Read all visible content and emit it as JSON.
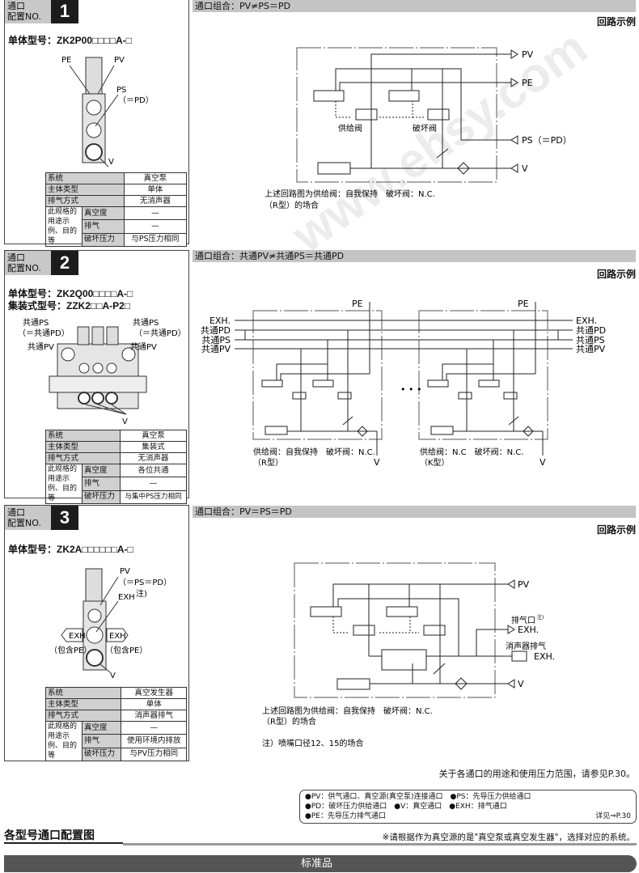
{
  "watermark": "www.ehsy.com",
  "common": {
    "cfg_label": "通口\n配置NO.",
    "circuit_example": "回路示例",
    "spec_keys": [
      "系统",
      "主体类型",
      "排气方式",
      "此规格的用途示例、目的等",
      "真空度",
      "排气",
      "破坏压力"
    ]
  },
  "sections": [
    {
      "number": "1",
      "models": [
        "单体型号：ZK2P00□□□□A-□"
      ],
      "ports": [
        "PE",
        "PV",
        "PS",
        "（＝PD）",
        "V"
      ],
      "spec_values": [
        "真空泵",
        "单体",
        "无消声器",
        "—",
        "—",
        "与PS压力相同"
      ],
      "header": "通口组合：PV≠PS＝PD",
      "circuit": {
        "labels": [
          "PV",
          "PE",
          "PS（＝PD）",
          "V",
          "供给阀",
          "破坏阀"
        ],
        "caption": [
          "上述回路图为供给阀：自我保持　破坏阀：N.C.",
          "（R型）的场合"
        ]
      }
    },
    {
      "number": "2",
      "models": [
        "单体型号：ZK2Q00□□□□A-□",
        "集装式型号：ZZK2□□A-P2□"
      ],
      "ports": [
        "共通PS",
        "（＝共通PD）",
        "共通PV",
        "共通PS",
        "（＝共通PD）",
        "共通PV",
        "V"
      ],
      "spec_values": [
        "真空泵",
        "集装式",
        "无消声器",
        "各位共通",
        "—",
        "与集中PS压力相同"
      ],
      "header": "通口组合：共通PV≠共通PS＝共通PD",
      "circuit": {
        "left_labels": [
          "EXH.",
          "共通PD",
          "共通PS",
          "共通PV"
        ],
        "right_labels": [
          "EXH.",
          "共通PD",
          "共通PS",
          "共通PV"
        ],
        "pe": "PE",
        "v": "V",
        "ellipsis": "• • •",
        "caption_left": [
          "供给阀：自我保持　破坏阀：N.C.",
          "（R型）"
        ],
        "caption_right": [
          "供给阀：N.C　破坏阀：N.C.",
          "（K型）"
        ]
      }
    },
    {
      "number": "3",
      "models": [
        "单体型号：ZK2A□□□□□□A-□"
      ],
      "ports": [
        "PV",
        "（＝PS＝PD）",
        "EXH",
        "注)",
        "EXH",
        "EXH",
        "（包含PE）",
        "（包含PE）",
        "V"
      ],
      "spec_values": [
        "真空发生器",
        "单体",
        "消声器排气",
        "—",
        "使用环境内排放",
        "与PV压力相同"
      ],
      "header": "通口组合：PV＝PS＝PD",
      "circuit": {
        "labels": [
          "PV",
          "排气口",
          "注)",
          "EXH.",
          "消声器排气",
          "EXH.",
          "V"
        ],
        "caption": [
          "上述回路图为供给阀：自我保持　破坏阀：N.C.",
          "（R型）的场合"
        ],
        "note": "注）喷嘴口径12、15的场合"
      }
    }
  ],
  "footer": {
    "ref": "关于各通口的用途和使用压力范围，请参见P.30。",
    "legend": [
      "●PV：供气通口、真空源(真空泵)连接通口　●PS：先导压力供给通口",
      "●PD：破坏压力供给通口　●V：真空通口　●EXH：排气通口",
      "●PE：先导压力排气通口"
    ],
    "legend_link": "详见⇒P.30",
    "note": "※请根据作为真空源的是\"真空泵或真空发生器\"，选择对应的系统。",
    "title": "各型号通口配置图",
    "band": "标准品"
  }
}
